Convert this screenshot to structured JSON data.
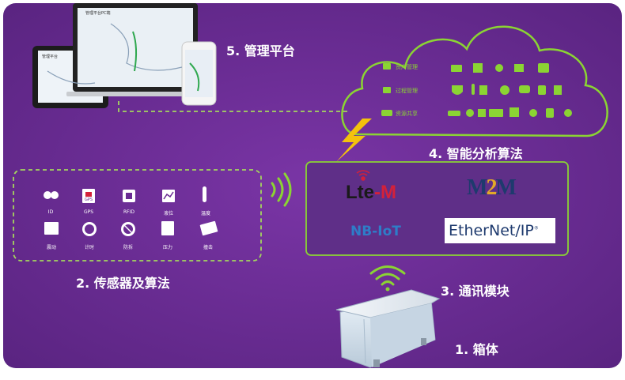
{
  "captions": {
    "platform": "5. 管理平台",
    "algorithm": "4. 智能分析算法",
    "sensors": "2. 传感器及算法",
    "comm": "3. 通讯模块",
    "box": "1. 箱体"
  },
  "screen_titles": {
    "tablet": "管理平台PC端",
    "laptop": "管理平台"
  },
  "cloud": {
    "labels": [
      "资产管理",
      "过程管理",
      "资源共享"
    ]
  },
  "sensors": {
    "labels": [
      "ID",
      "GPS",
      "RFID",
      "液位",
      "温度",
      "震动",
      "计时",
      "防拆",
      "压力",
      "撞击"
    ],
    "gps_text": "GPS"
  },
  "protocols": {
    "lte_main": "Lte",
    "lte_suffix": "-M",
    "m2m_m1": "M",
    "m2m_2": "2",
    "m2m_m2": "M",
    "nbiot": "NB-IoT",
    "ethernet": "EtherNet/IP",
    "ethernet_reg": "®"
  },
  "colors": {
    "background": "#6a2c93",
    "accent_green": "#8bd433",
    "dashed_border": "#a4d65e",
    "protocol_panel": "#5f2f88",
    "lte_red": "#d3213a",
    "m2m_navy": "#1e3a6e",
    "m2m_gold": "#e2a928",
    "nbiot_blue": "#2e7dc8",
    "lightning": "#f4c20d"
  }
}
